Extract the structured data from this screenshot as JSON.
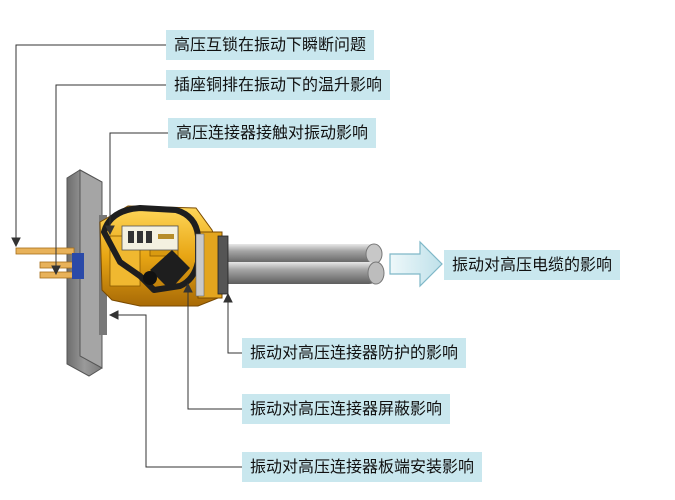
{
  "labels": {
    "hv_interlock": "高压互锁在振动下瞬断问题",
    "busbar_temp": "插座铜排在振动下的温升影响",
    "contact": "高压连接器接触对振动影响",
    "cable": "振动对高压电缆的影响",
    "protection": "振动对高压连接器防护的影响",
    "shielding": "振动对高压连接器屏蔽影响",
    "board_mount": "振动对高压连接器板端安装影响"
  },
  "colors": {
    "label_bg": "#c9e7ee",
    "connector_gold": "#e8a614",
    "cable_gray": "#8e8e8e",
    "plate_gray": "#8f8f8f",
    "arrow_fill": "#d8eef3",
    "arrow_stroke": "#7fb8c8"
  }
}
